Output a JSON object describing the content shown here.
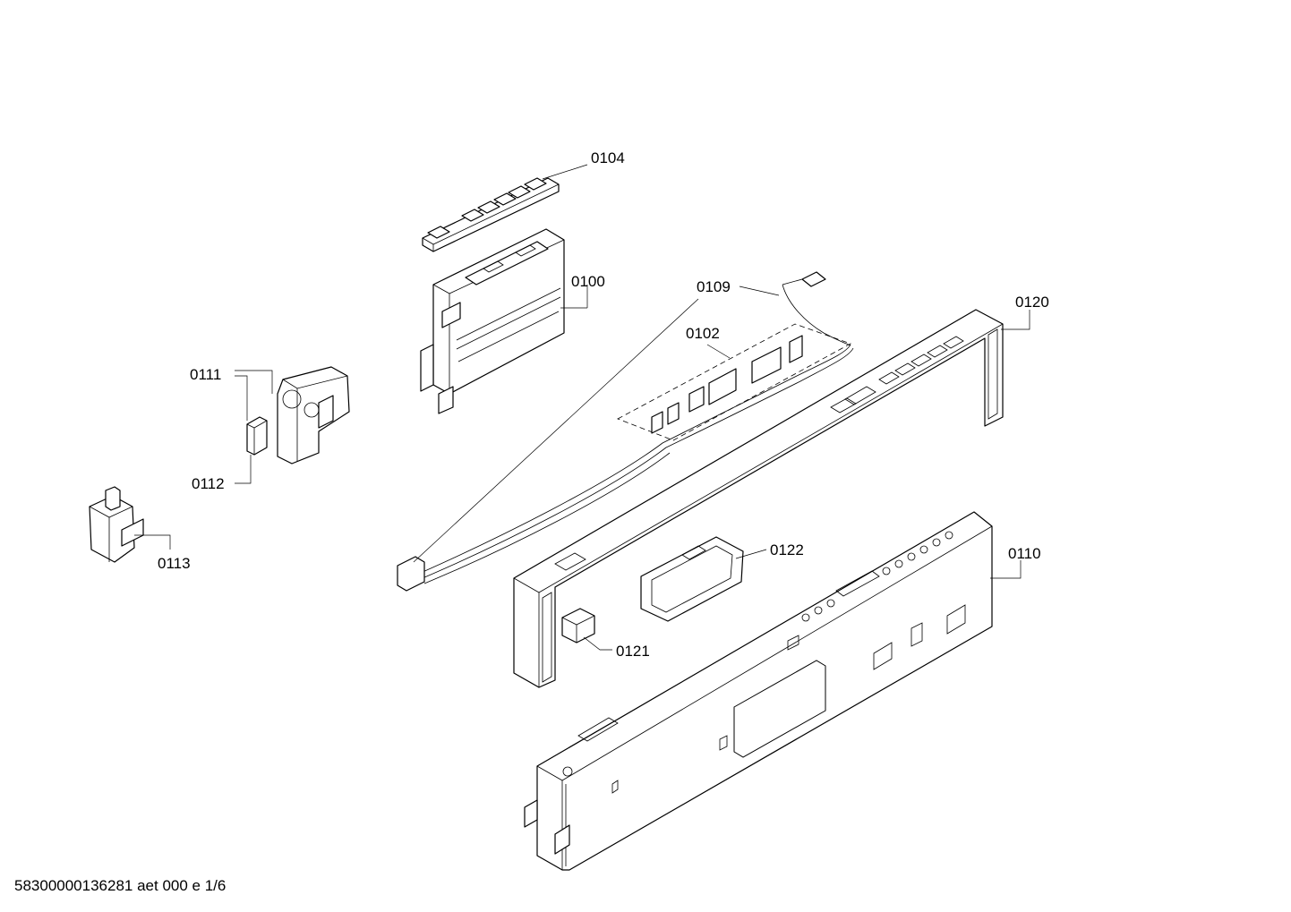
{
  "callouts": {
    "p0104": "0104",
    "p0100": "0100",
    "p0109": "0109",
    "p0102": "0102",
    "p0120": "0120",
    "p0111": "0111",
    "p0112": "0112",
    "p0113": "0113",
    "p0122": "0122",
    "p0110": "0110",
    "p0121": "0121"
  },
  "footer": "58300000136281 aet 000 e 1/6",
  "colors": {
    "line": "#000000",
    "background": "#ffffff"
  }
}
